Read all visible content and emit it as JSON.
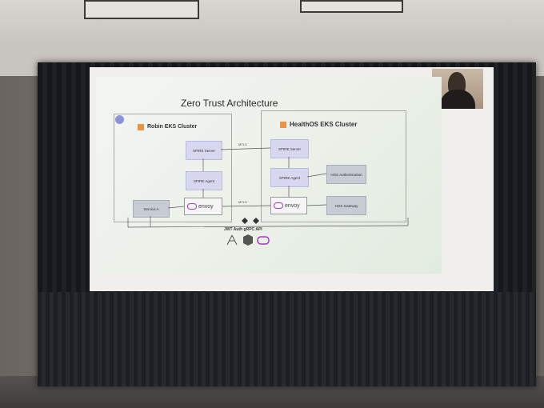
{
  "slide": {
    "title": "Zero Trust Architecture",
    "robin_cluster": {
      "label": "Robin EKS Cluster",
      "spire_server": "SPIRE Server",
      "spire_agent": "SPIRE Agent",
      "service": "Service A",
      "envoy": "envoy"
    },
    "health_cluster": {
      "label": "HealthOS EKS Cluster",
      "spire_server": "SPIRE Server",
      "spire_agent": "SPIRE Agent",
      "envoy": "envoy",
      "hos_auth": "HOS Authentication",
      "hos_gateway": "HOS Gateway"
    },
    "mtls_top": "MTLS",
    "mtls_bottom": "MTLS",
    "jwt_label": "JWT Auth gRPC API"
  },
  "colors": {
    "spire_node": "#d7d8f0",
    "envoy_accent": "#a23dba",
    "service_node": "#c7cbd4",
    "curtain": "#1a1d21"
  }
}
